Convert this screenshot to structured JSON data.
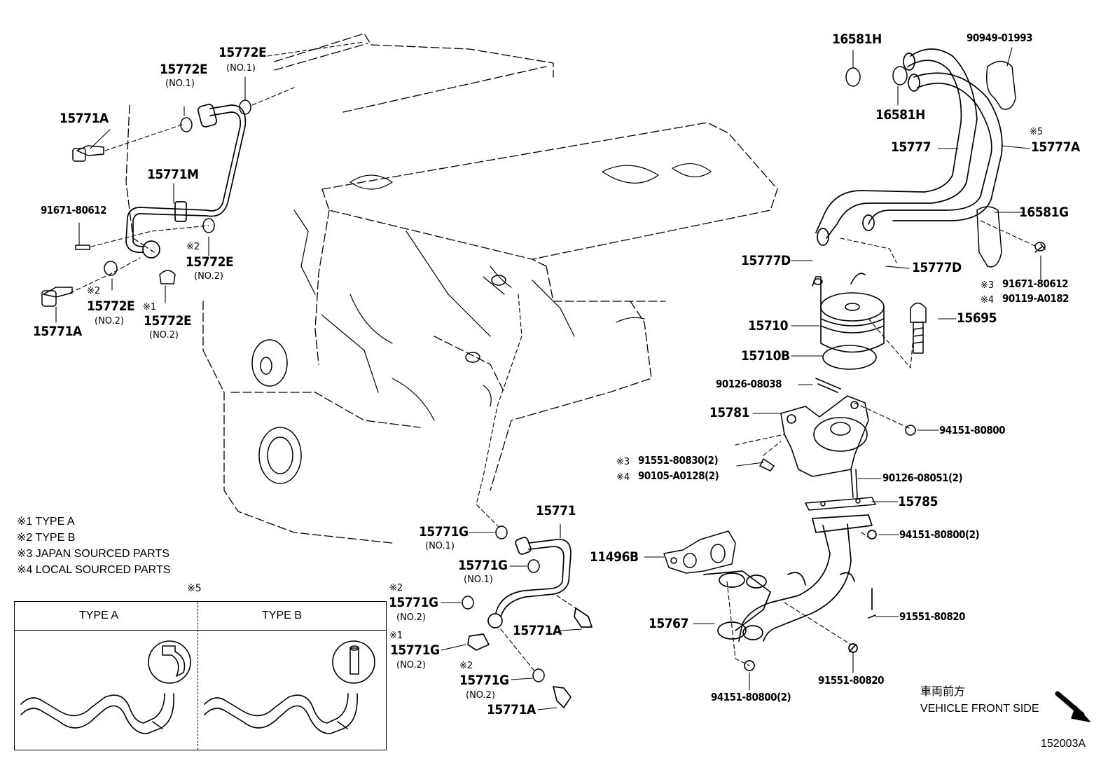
{
  "diagram_id": "152003A",
  "parts": {
    "p_15772E_no1_top": "15772E",
    "p_15772E_no1_top_sub": "(NO.1)",
    "p_15772E_no1_left": "15772E",
    "p_15772E_no1_left_sub": "(NO.1)",
    "p_15771A_top": "15771A",
    "p_15771M": "15771M",
    "p_91671_80612_left": "91671-80612",
    "p_15772E_no2_right_mark": "※2",
    "p_15772E_no2_right": "15772E",
    "p_15772E_no2_right_sub": "(NO.2)",
    "p_15772E_no2_a_mark": "※2",
    "p_15772E_no2_a": "15772E",
    "p_15772E_no2_a_sub": "(NO.2)",
    "p_15772E_no2_b_mark": "※1",
    "p_15772E_no2_b": "15772E",
    "p_15772E_no2_b_sub": "(NO.2)",
    "p_15771A_left": "15771A",
    "p_16581H_top": "16581H",
    "p_90949_01993": "90949-01993",
    "p_16581H_mid": "16581H",
    "p_15777A_mark": "※5",
    "p_15777A": "15777A",
    "p_15777": "15777",
    "p_16581G": "16581G",
    "p_15777D_left": "15777D",
    "p_15777D_right": "15777D",
    "p_91671_80612_right_mark": "※3",
    "p_91671_80612_right": "91671-80612",
    "p_90119_A0182_mark": "※4",
    "p_90119_A0182": "90119-A0182",
    "p_15710": "15710",
    "p_15695": "15695",
    "p_15710B": "15710B",
    "p_90126_08038": "90126-08038",
    "p_15781": "15781",
    "p_94151_80800_a": "94151-80800",
    "p_91551_80830_mark": "※3",
    "p_91551_80830": "91551-80830(2)",
    "p_90105_A0128_mark": "※4",
    "p_90105_A0128": "90105-A0128(2)",
    "p_90126_08051": "90126-08051(2)",
    "p_15785": "15785",
    "p_94151_80800_b": "94151-80800(2)",
    "p_11496B": "11496B",
    "p_91551_80820_a": "91551-80820",
    "p_15767": "15767",
    "p_91551_80820_b": "91551-80820",
    "p_94151_80800_c": "94151-80800(2)",
    "p_15771": "15771",
    "p_15771G_no1_a": "15771G",
    "p_15771G_no1_a_sub": "(NO.1)",
    "p_15771G_no1_b": "15771G",
    "p_15771G_no1_b_sub": "(NO.1)",
    "p_15771G_no2_a_mark": "※2",
    "p_15771G_no2_a": "15771G",
    "p_15771G_no2_a_sub": "(NO.2)",
    "p_15771G_no2_b_mark": "※1",
    "p_15771G_no2_b": "15771G",
    "p_15771G_no2_b_sub": "(NO.2)",
    "p_15771G_no2_c_mark": "※2",
    "p_15771G_no2_c": "15771G",
    "p_15771G_no2_c_sub": "(NO.2)",
    "p_15771A_mid": "15771A",
    "p_15771A_bottom": "15771A"
  },
  "legend": {
    "type_a": "※1 TYPE A",
    "type_b": "※2 TYPE B",
    "japan": "※3 JAPAN SOURCED PARTS",
    "local": "※4 LOCAL SOURCED PARTS"
  },
  "inset": {
    "mark": "※5",
    "col_a": "TYPE A",
    "col_b": "TYPE B"
  },
  "orientation": {
    "jp": "車両前方",
    "en": "VEHICLE FRONT SIDE"
  }
}
